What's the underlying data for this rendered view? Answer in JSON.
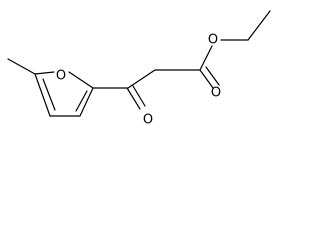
{
  "molecule": {
    "atoms": {
      "ring_oxygen": "O",
      "ester_oxygen_single": "O",
      "ester_oxygen_double": "O",
      "ketone_oxygen": "O"
    }
  },
  "colors": {
    "bond": "#000000",
    "background": "#ffffff"
  }
}
